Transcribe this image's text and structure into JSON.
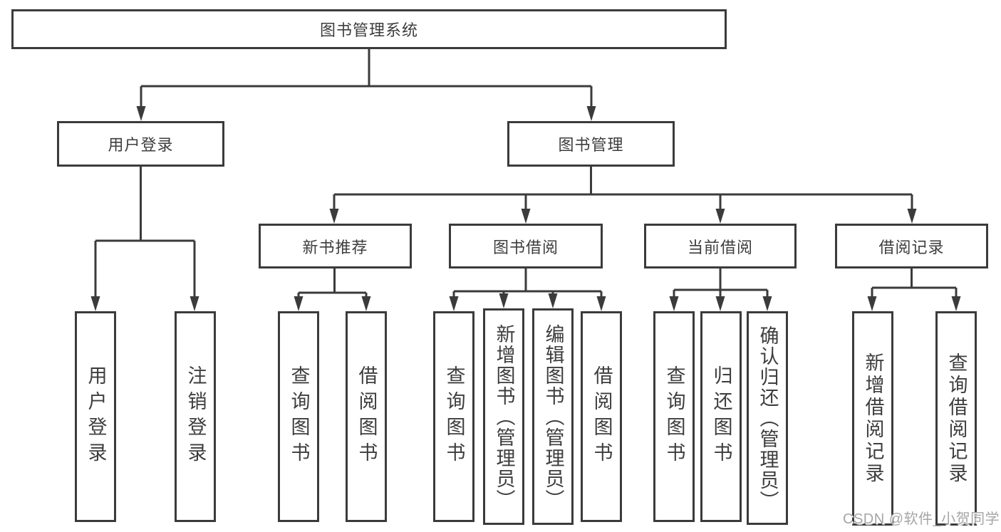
{
  "diagram": {
    "root": {
      "label": "图书管理系统"
    },
    "level2": [
      {
        "label": "用户登录"
      },
      {
        "label": "图书管理"
      }
    ],
    "level3": [
      {
        "label": "新书推荐"
      },
      {
        "label": "图书借阅"
      },
      {
        "label": "当前借阅"
      },
      {
        "label": "借阅记录"
      }
    ],
    "leaves": [
      {
        "label": "用户登录",
        "parent": "用户登录"
      },
      {
        "label": "注销登录",
        "parent": "用户登录"
      },
      {
        "label": "查询图书",
        "parent": "新书推荐"
      },
      {
        "label": "借阅图书",
        "parent": "新书推荐"
      },
      {
        "label": "查询图书",
        "parent": "图书借阅"
      },
      {
        "label": "新增图书（管理员）",
        "parent": "图书借阅"
      },
      {
        "label": "编辑图书（管理员）",
        "parent": "图书借阅"
      },
      {
        "label": "借阅图书",
        "parent": "图书借阅"
      },
      {
        "label": "查询图书",
        "parent": "当前借阅"
      },
      {
        "label": "归还图书",
        "parent": "当前借阅"
      },
      {
        "label": "确认归还（管理员）",
        "parent": "当前借阅"
      },
      {
        "label": "新增借阅记录",
        "parent": "借阅记录"
      },
      {
        "label": "查询借阅记录",
        "parent": "借阅记录"
      }
    ]
  },
  "watermark": {
    "text": "CSDN @软件_小贺同学"
  },
  "colors": {
    "line": "#3b3b3b",
    "text": "#3d3d3d",
    "watermark": "#a6a6a6",
    "background": "#ffffff"
  }
}
